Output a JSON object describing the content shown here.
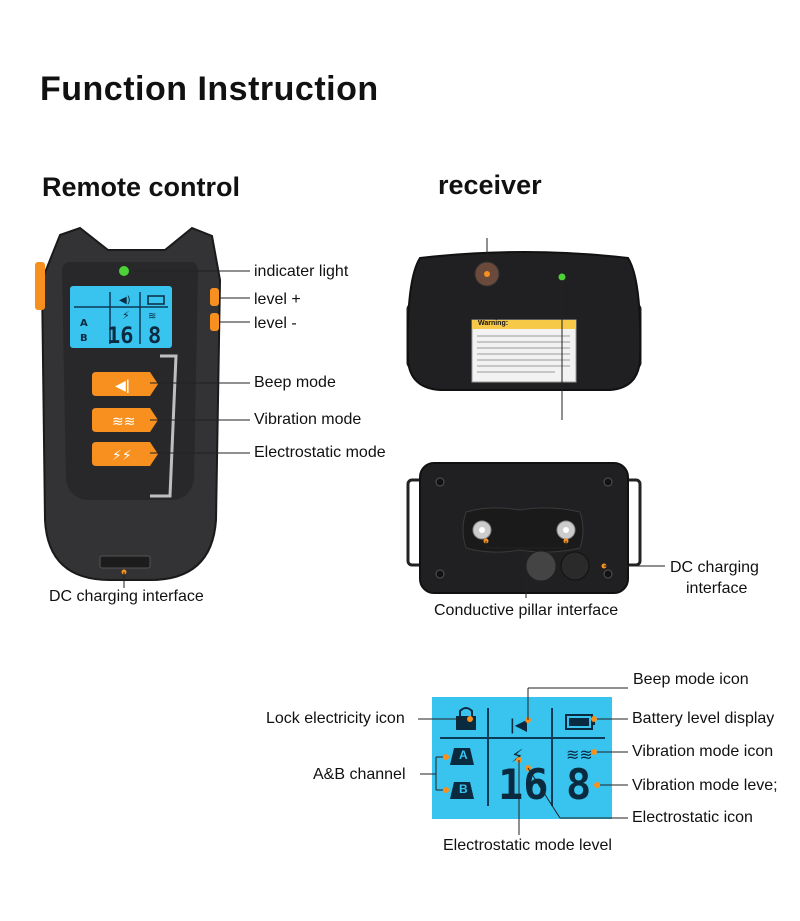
{
  "title": "Function Instruction",
  "remote": {
    "heading": "Remote control",
    "labels": {
      "indicator": "indicater light",
      "level_plus": "level +",
      "level_minus": "level -",
      "beep": "Beep mode",
      "vibration": "Vibration mode",
      "electrostatic": "Electrostatic mode",
      "dc": "DC charging interface"
    },
    "screen": {
      "digits_left": "16",
      "digits_right": "8"
    }
  },
  "receiver": {
    "heading": "receiver",
    "warning_title": "Warning:",
    "labels": {
      "dc_line1": "DC charging",
      "dc_line2": "interface",
      "pillar": "Conductive pillar interface"
    }
  },
  "lcd": {
    "digits_left": "16",
    "digits_right": "8",
    "channel_a": "A",
    "channel_b": "B",
    "labels": {
      "beep_icon": "Beep mode icon",
      "lock": "Lock electricity icon",
      "battery": "Battery level display",
      "vibration_icon": "Vibration mode icon",
      "channel": "A&B channel",
      "vibration_level": "Vibration mode leve;",
      "electrostatic_icon": "Electrostatic icon",
      "electrostatic_level": "Electrostatic mode level"
    }
  },
  "colors": {
    "orange": "#f7901e",
    "lcd_blue": "#39c4f0",
    "body": "#2d2d2f",
    "green": "#4cd137"
  }
}
